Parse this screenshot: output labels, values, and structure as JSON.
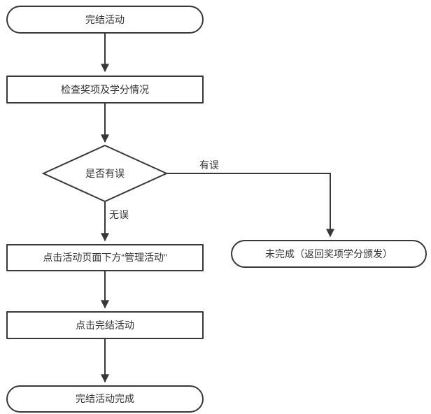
{
  "flowchart": {
    "nodes": {
      "start": {
        "label": "完结活动",
        "shape": "stadium"
      },
      "check": {
        "label": "检查奖项及学分情况",
        "shape": "rect"
      },
      "decision": {
        "label": "是否有误",
        "shape": "diamond"
      },
      "incomplete": {
        "label": "未完成（返回奖项学分颁发）",
        "shape": "stadium"
      },
      "manage": {
        "label": "点击活动页面下方“管理活动”",
        "shape": "rect"
      },
      "click_finish": {
        "label": "点击完结活动",
        "shape": "rect"
      },
      "done": {
        "label": "完结活动完成",
        "shape": "stadium"
      }
    },
    "edge_labels": {
      "has_error": "有误",
      "no_error": "无误"
    },
    "colors": {
      "stroke": "#383838",
      "text": "#333333",
      "background": "#ffffff"
    }
  }
}
